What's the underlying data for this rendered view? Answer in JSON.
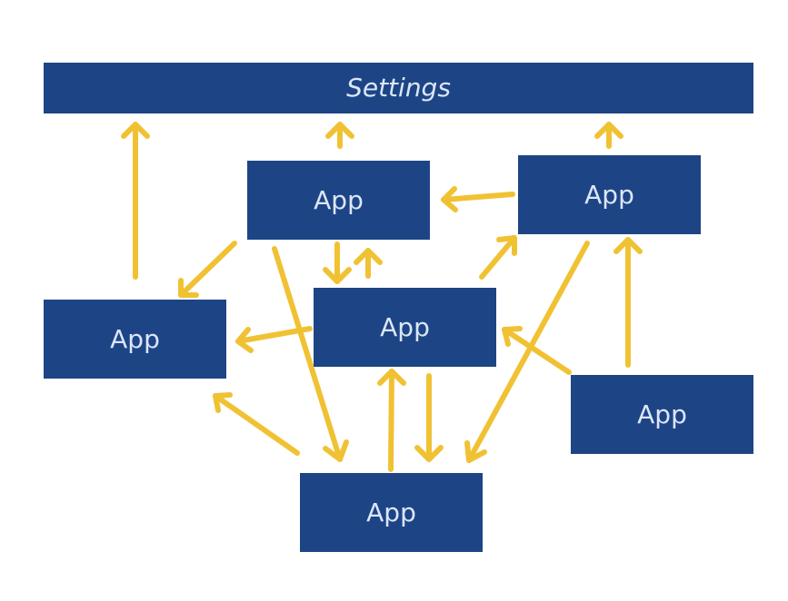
{
  "colors": {
    "box_fill": "#1d4586",
    "box_text": "#dce6f7",
    "arrow": "#f0c233",
    "background": "#ffffff"
  },
  "settings": {
    "label": "Settings"
  },
  "apps": {
    "top": {
      "label": "App"
    },
    "topright": {
      "label": "App"
    },
    "center": {
      "label": "App"
    },
    "left": {
      "label": "App"
    },
    "right": {
      "label": "App"
    },
    "bottom": {
      "label": "App"
    }
  }
}
